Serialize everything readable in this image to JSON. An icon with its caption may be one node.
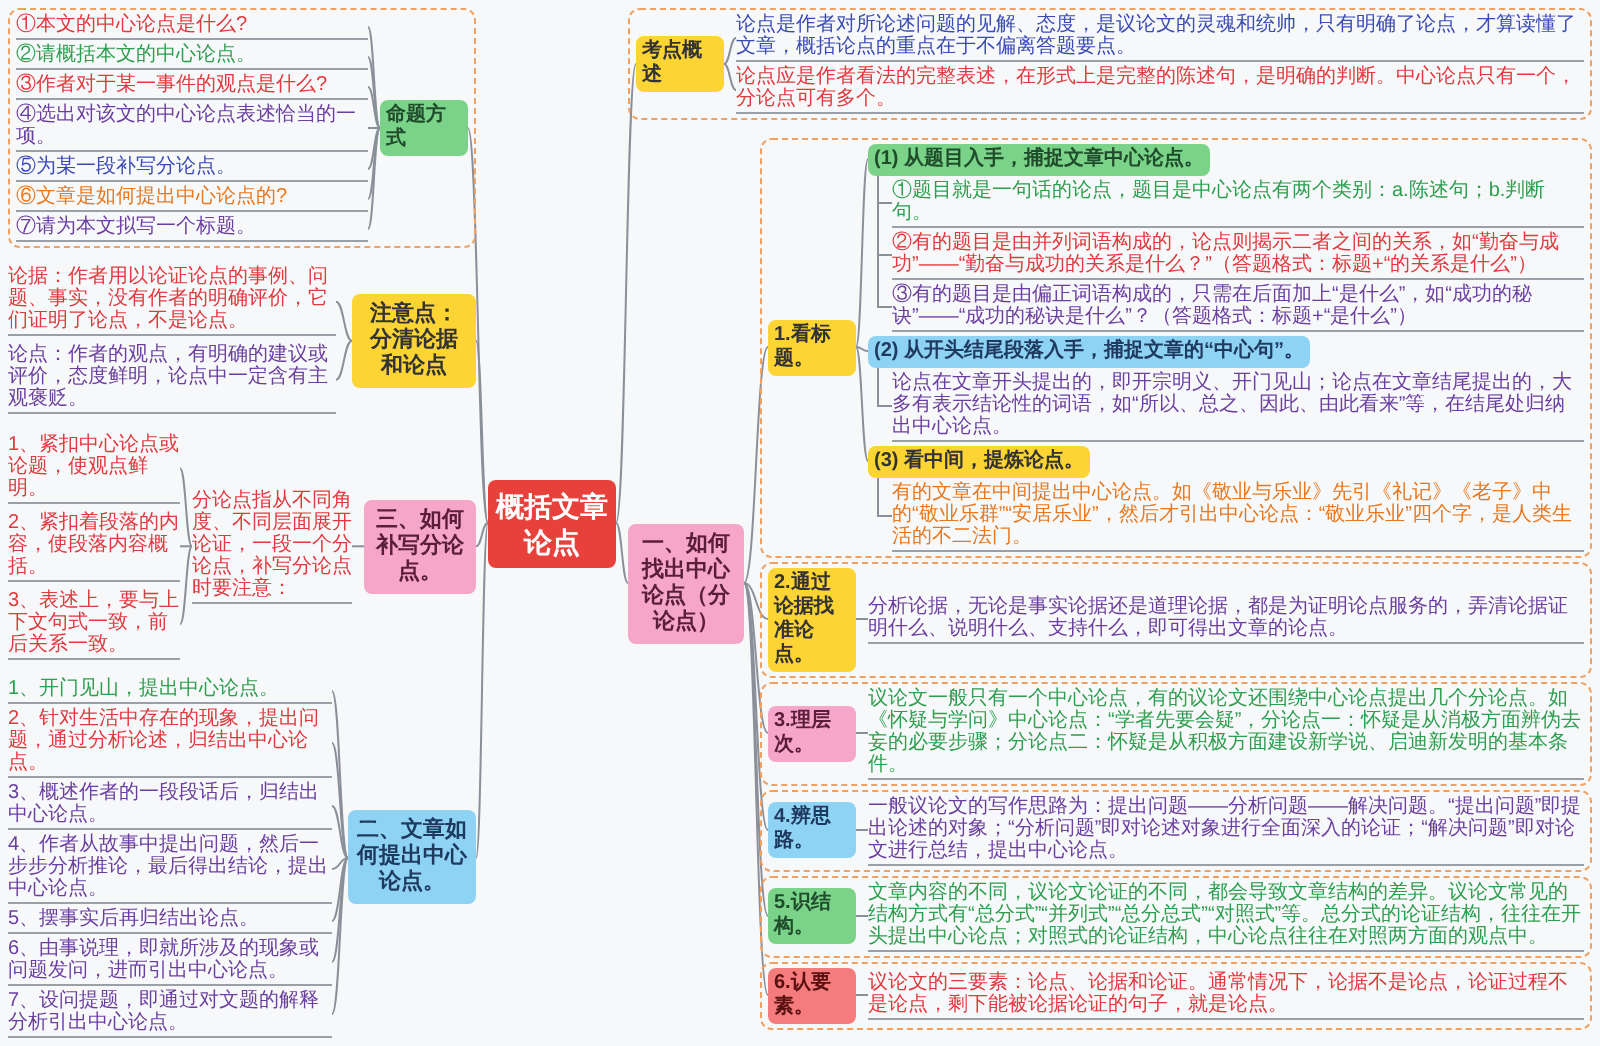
{
  "diagram": {
    "nodes": [
      {
        "text": [
          "概括文章论点"
        ]
      },
      {
        "text": [],
        "shape": "box"
      },
      {
        "text": [
          "考点概述"
        ],
        "in": 1
      },
      {
        "text": [
          "论点是作者对所论述问题的见解、态度，是议论文的灵魂和统帅，只有明确了论点，才算读懂了文章，概括论点的重点在于不偏离答题要点。"
        ],
        "in": 1
      },
      {
        "text": [
          "论点应是作者看法的完整表述，在形式上是完整的陈述句，是明确的判断。中心论点只有一个，分论点可有多个。"
        ],
        "in": 1
      },
      {
        "text": [],
        "shape": "box"
      },
      {
        "text": [
          "命题方式"
        ],
        "in": 5
      },
      {
        "text": [
          "①本文的中心论点是什么?"
        ],
        "in": 5
      },
      {
        "text": [
          "②请概括本文的中心论点。"
        ],
        "in": 5
      },
      {
        "text": [
          "③作者对于某一事件的观点是什么?"
        ],
        "in": 5
      },
      {
        "text": [
          "④选出对该文的中心论点表述恰当的一项。"
        ],
        "in": 5
      },
      {
        "text": [
          "⑤为某一段补写分论点。"
        ],
        "in": 5
      },
      {
        "text": [
          "⑥文章是如何提出中心论点的?"
        ],
        "in": 5
      },
      {
        "text": [
          "⑦请为本文拟写一个标题。"
        ],
        "in": 5
      },
      {
        "text": [
          "一、如何找出中心论点（分论点）"
        ]
      },
      {
        "text": [],
        "shape": "box"
      },
      {
        "text": [
          "1.看标题。"
        ],
        "in": 15
      },
      {
        "text": [
          "(1) 从题目入手，捕捉文章中心论点。"
        ],
        "in": 15
      },
      {
        "text": [
          "①题目就是一句话的论点，题目是中心论点有两个类别：a.陈述句；b.判断句。"
        ],
        "in": 15
      },
      {
        "text": [
          "②有的题目是由并列词语构成的，论点则揭示二者之间的关系，如“勤奋与成功”——“勤奋与成功的关系是什么？”（答题格式：标题+“的关系是什么”）"
        ],
        "in": 15
      },
      {
        "text": [
          "③有的题目是由偏正词语构成的，只需在后面加上“是什么”，如“成功的秘诀”——“成功的秘诀是什么”？（答题格式：标题+“是什么”）"
        ],
        "in": 15
      },
      {
        "text": [
          "(2) 从开头结尾段落入手，捕捉文章的“中心句”。"
        ],
        "in": 15
      },
      {
        "text": [
          "论点在文章开头提出的，即开宗明义、开门见山；论点在文章结尾提出的，大多有表示结论性的词语，如“所以、总之、因此、由此看来”等，在结尾处归纳出中心论点。"
        ],
        "in": 15
      },
      {
        "text": [
          "(3) 看中间，提炼论点。"
        ],
        "in": 15
      },
      {
        "text": [
          "有的文章在中间提出中心论点。如《敬业与乐业》先引《礼记》《老子》中的“敬业乐群”“安居乐业”，然后才引出中心论点：“敬业乐业”四个字，是人类生活的不二法门。"
        ],
        "in": 15
      },
      {
        "text": [],
        "shape": "box"
      },
      {
        "text": [
          "2.通过论据找准论点。"
        ],
        "in": 25
      },
      {
        "text": [
          "分析论据，无论是事实论据还是道理论据，都是为证明论点服务的，弄清论据证明什么、说明什么、支持什么，即可得出文章的论点。"
        ],
        "in": 25
      },
      {
        "text": [],
        "shape": "box"
      },
      {
        "text": [
          "3.理层次。"
        ],
        "in": 28
      },
      {
        "text": [
          "议论文一般只有一个中心论点，有的议论文还围绕中心论点提出几个分论点。如《怀疑与学问》中心论点：“学者先要会疑”，分论点一：怀疑是从消极方面辨伪去妄的必要步骤；分论点二：怀疑是从积极方面建设新学说、启迪新发明的基本条件。"
        ],
        "in": 28
      },
      {
        "text": [],
        "shape": "box"
      },
      {
        "text": [
          "4.辨思路。"
        ],
        "in": 31
      },
      {
        "text": [
          "一般议论文的写作思路为：提出问题——分析问题——解决问题。“提出问题”即提出论述的对象；“分析问题”即对论述对象进行全面深入的论证；“解决问题”即对论文进行总结，提出中心论点。"
        ],
        "in": 31
      },
      {
        "text": [],
        "shape": "box"
      },
      {
        "text": [
          "5.识结构。"
        ],
        "in": 34
      },
      {
        "text": [
          "文章内容的不同，议论文论证的不同，都会导致文章结构的差异。议论文常见的结构方式有“总分式”“并列式”“总分总式”“对照式”等。总分式的论证结构，往往在开头提出中心论点；对照式的论证结构，中心论点往往在对照两方面的观点中。"
        ],
        "in": 34
      },
      {
        "text": [],
        "shape": "box"
      },
      {
        "text": [
          "6.认要素。"
        ],
        "in": 37
      },
      {
        "text": [
          "议论文的三要素：论点、论据和论证。通常情况下，论据不是论点，论证过程不是论点，剩下能被论据论证的句子，就是论点。"
        ],
        "in": 37
      },
      {
        "text": [
          "注意点：分清论据和论点"
        ]
      },
      {
        "text": [
          "论据：作者用以论证论点的事例、问题、事实，没有作者的明确评价，它们证明了论点，不是论点。"
        ]
      },
      {
        "text": [
          "论点：作者的观点，有明确的建议或评价，态度鲜明，论点中一定含有主观褒贬。"
        ]
      },
      {
        "text": [
          "三、如何补写分论点。"
        ]
      },
      {
        "text": [
          "分论点指从不同角度、不同层面展开论证，一段一个分论点，补写分论点时要注意："
        ]
      },
      {
        "text": [
          "1、紧扣中心论点或论题，使观点鲜明。"
        ]
      },
      {
        "text": [
          "2、紧扣着段落的内容，使段落内容概括。"
        ]
      },
      {
        "text": [
          "3、表述上，要与上下文句式一致，前后关系一致。"
        ]
      },
      {
        "text": [
          "二、文章如何提出中心论点。"
        ]
      },
      {
        "text": [
          "1、开门见山，提出中心论点。"
        ]
      },
      {
        "text": [
          "2、针对生活中存在的现象，提出问题，通过分析论述，归结出中心论点。"
        ]
      },
      {
        "text": [
          "3、概述作者的一段段话后，归结出中心论点。"
        ]
      },
      {
        "text": [
          "4、作者从故事中提出问题，然后一步步分析推论，最后得出结论，提出中心论点。"
        ]
      },
      {
        "text": [
          "5、摆事实后再归结出论点。"
        ]
      },
      {
        "text": [
          "6、由事说理，即就所涉及的现象或问题发问，进而引出中心论点。"
        ]
      },
      {
        "text": [
          "7、设问提题，即通过对文题的解释分析引出中心论点。"
        ]
      }
    ],
    "edges": [
      {
        "from": 0,
        "to": 2,
        "arrow": "none"
      },
      {
        "from": 2,
        "to": 3,
        "arrow": "none"
      },
      {
        "from": 2,
        "to": 4,
        "arrow": "none"
      },
      {
        "from": 0,
        "to": 6,
        "arrow": "none"
      },
      {
        "from": 6,
        "to": 7,
        "arrow": "none"
      },
      {
        "from": 6,
        "to": 8,
        "arrow": "none"
      },
      {
        "from": 6,
        "to": 9,
        "arrow": "none"
      },
      {
        "from": 6,
        "to": 10,
        "arrow": "none"
      },
      {
        "from": 6,
        "to": 11,
        "arrow": "none"
      },
      {
        "from": 6,
        "to": 12,
        "arrow": "none"
      },
      {
        "from": 6,
        "to": 13,
        "arrow": "none"
      },
      {
        "from": 0,
        "to": 14,
        "arrow": "none"
      },
      {
        "from": 14,
        "to": 16,
        "arrow": "none"
      },
      {
        "from": 16,
        "to": 17,
        "arrow": "none"
      },
      {
        "from": 17,
        "to": 18,
        "arrow": "none"
      },
      {
        "from": 17,
        "to": 19,
        "arrow": "none"
      },
      {
        "from": 17,
        "to": 20,
        "arrow": "none"
      },
      {
        "from": 16,
        "to": 21,
        "arrow": "none"
      },
      {
        "from": 21,
        "to": 22,
        "arrow": "none"
      },
      {
        "from": 16,
        "to": 23,
        "arrow": "none"
      },
      {
        "from": 23,
        "to": 24,
        "arrow": "none"
      },
      {
        "from": 14,
        "to": 26,
        "arrow": "none"
      },
      {
        "from": 26,
        "to": 27,
        "arrow": "none"
      },
      {
        "from": 14,
        "to": 29,
        "arrow": "none"
      },
      {
        "from": 29,
        "to": 30,
        "arrow": "none"
      },
      {
        "from": 14,
        "to": 32,
        "arrow": "none"
      },
      {
        "from": 32,
        "to": 33,
        "arrow": "none"
      },
      {
        "from": 14,
        "to": 35,
        "arrow": "none"
      },
      {
        "from": 35,
        "to": 36,
        "arrow": "none"
      },
      {
        "from": 14,
        "to": 38,
        "arrow": "none"
      },
      {
        "from": 38,
        "to": 39,
        "arrow": "none"
      },
      {
        "from": 0,
        "to": 40,
        "arrow": "none"
      },
      {
        "from": 40,
        "to": 41,
        "arrow": "none"
      },
      {
        "from": 40,
        "to": 42,
        "arrow": "none"
      },
      {
        "from": 0,
        "to": 43,
        "arrow": "none"
      },
      {
        "from": 43,
        "to": 44,
        "arrow": "none"
      },
      {
        "from": 44,
        "to": 45,
        "arrow": "none"
      },
      {
        "from": 44,
        "to": 46,
        "arrow": "none"
      },
      {
        "from": 44,
        "to": 47,
        "arrow": "none"
      },
      {
        "from": 0,
        "to": 48,
        "arrow": "none"
      },
      {
        "from": 48,
        "to": 49,
        "arrow": "none"
      },
      {
        "from": 48,
        "to": 50,
        "arrow": "none"
      },
      {
        "from": 48,
        "to": 51,
        "arrow": "none"
      },
      {
        "from": 48,
        "to": 52,
        "arrow": "none"
      },
      {
        "from": 48,
        "to": 53,
        "arrow": "none"
      },
      {
        "from": 48,
        "to": 54,
        "arrow": "none"
      },
      {
        "from": 48,
        "to": 55,
        "arrow": "none"
      }
    ]
  }
}
